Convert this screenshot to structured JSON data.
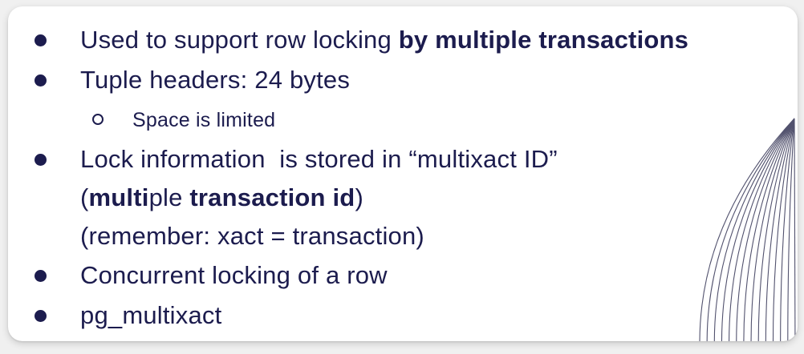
{
  "slide": {
    "bullets": {
      "b1": {
        "normal": "Used to support row locking ",
        "bold": "by multiple transactions"
      },
      "b2": {
        "text": "Tuple headers: 24 bytes"
      },
      "b2_sub": {
        "text": "Space is limited"
      },
      "b3": {
        "line1": "Lock information  is stored in “multixact ID”",
        "line2_open": "(",
        "line2_bold1": "multi",
        "line2_mid": "ple ",
        "line2_bold2": "transaction id",
        "line2_close": ")",
        "line3": "(remember: xact = transaction)"
      },
      "b4": {
        "text": "Concurrent locking of a row"
      },
      "b5": {
        "text": "pg_multixact"
      }
    },
    "decoration": {
      "description": "fan of thin curved lines, bottom-right corner"
    },
    "colors": {
      "text": "#1c1c4e",
      "card_bg": "#ffffff",
      "page_bg": "#f0f0f0",
      "curve_stroke": "#52526e"
    }
  }
}
